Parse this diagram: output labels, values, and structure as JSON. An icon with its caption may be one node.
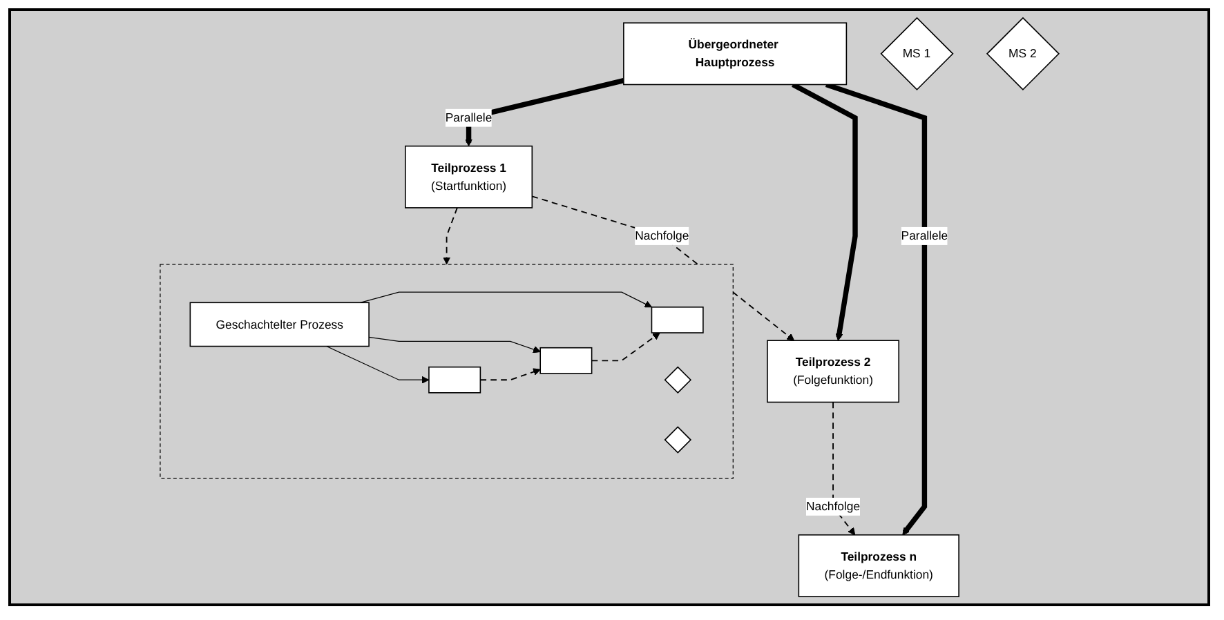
{
  "diagram": {
    "nodes": [
      {
        "text": [
          "Übergeordneter Hauptprozess"
        ]
      },
      {
        "text": [
          "Teilprozess 1",
          "(Startfunktion)"
        ]
      },
      {
        "text": [
          "Teilprozess 2",
          "(Folgefunktion)"
        ]
      },
      {
        "text": [
          "Teilprozess n",
          "(Folge-/Endfunktion)"
        ]
      },
      {
        "text": [
          "MS 1"
        ]
      },
      {
        "text": [
          "MS 2"
        ]
      },
      {
        "text": [],
        "shape": "box"
      },
      {
        "text": [
          "Geschachtelter Prozess"
        ],
        "in": 6
      },
      {
        "text": [],
        "shape": "box",
        "in": 6
      },
      {
        "text": [],
        "shape": "diamond",
        "in": 6
      },
      {
        "text": [],
        "shape": "box",
        "in": 6
      },
      {
        "text": [],
        "shape": "diamond",
        "in": 6
      },
      {
        "text": [],
        "shape": "box",
        "in": 6
      }
    ],
    "edges": [
      {
        "from": 0,
        "to": 1,
        "arrow": "to",
        "label": "Parallele",
        "style": "thick"
      },
      {
        "from": 0,
        "to": 2,
        "arrow": "to",
        "style": "thick"
      },
      {
        "from": 0,
        "to": 3,
        "arrow": "to",
        "label": "Parallele",
        "style": "thick"
      },
      {
        "from": 1,
        "to": 2,
        "arrow": "to",
        "label": "Nachfolge",
        "style": "dashed"
      },
      {
        "from": 2,
        "to": 3,
        "arrow": "to",
        "label": "Nachfolge",
        "style": "dashed"
      },
      {
        "from": 1,
        "to": 6,
        "arrow": "to",
        "style": "dashed"
      },
      {
        "from": 7,
        "to": 8,
        "arrow": "to"
      },
      {
        "from": 7,
        "to": 10,
        "arrow": "to"
      },
      {
        "from": 7,
        "to": 12,
        "arrow": "to"
      },
      {
        "from": 8,
        "to": 10,
        "arrow": "to",
        "style": "dashed"
      },
      {
        "from": 10,
        "to": 12,
        "arrow": "to",
        "style": "dashed"
      }
    ]
  }
}
